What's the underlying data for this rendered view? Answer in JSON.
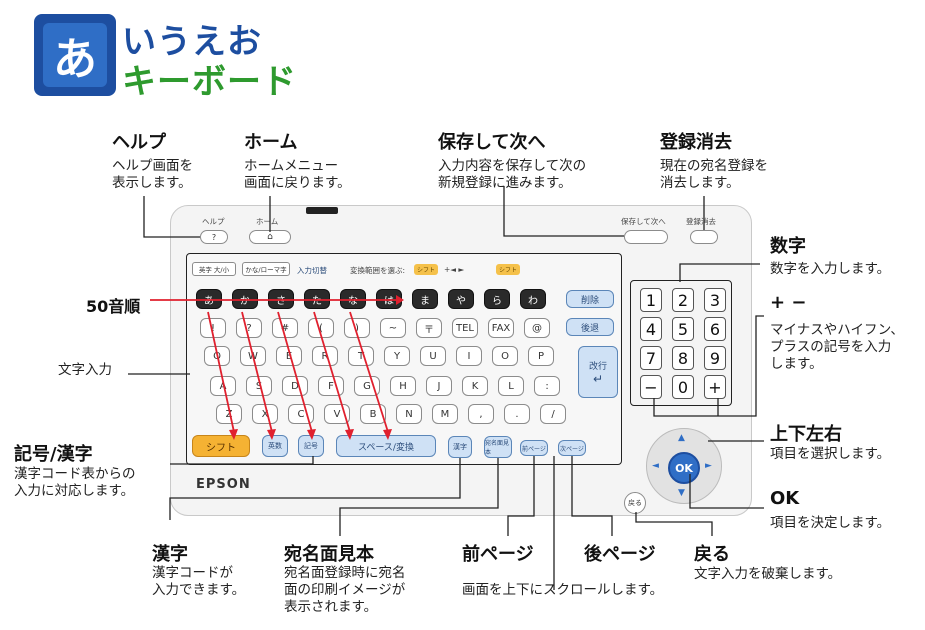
{
  "logo": {
    "mark": "あ",
    "line1": "いうえお",
    "line2": "キーボード"
  },
  "annotations": {
    "help": {
      "title": "ヘルプ",
      "desc": [
        "ヘルプ画面を",
        "表示します。"
      ]
    },
    "home": {
      "title": "ホーム",
      "desc": [
        "ホームメニュー",
        "画面に戻ります。"
      ]
    },
    "save_next": {
      "title": "保存して次へ",
      "desc": [
        "入力内容を保存して次の",
        "新規登録に進みます。"
      ]
    },
    "delete_reg": {
      "title": "登録消去",
      "desc": [
        "現在の宛名登録を",
        "消去します。"
      ]
    },
    "numbers": {
      "title": "数字",
      "desc": [
        "数字を入力します。"
      ]
    },
    "plus_minus": {
      "title": "+ −",
      "desc": [
        "マイナスやハイフン、",
        "プラスの記号を入力",
        "します。"
      ]
    },
    "dpad": {
      "title": "上下左右",
      "desc": [
        "項目を選択します。"
      ]
    },
    "ok": {
      "title": "OK",
      "desc": [
        "項目を決定します。"
      ]
    },
    "gojuon": {
      "title": "50音順"
    },
    "text_input": {
      "title": "文字入力"
    },
    "symbol_kanji": {
      "title": "記号/漢字",
      "desc": [
        "漢字コード表からの",
        "入力に対応します。"
      ]
    },
    "kanji": {
      "title": "漢字",
      "desc": [
        "漢字コードが",
        "入力できます。"
      ]
    },
    "address_sample": {
      "title": "宛名面見本",
      "desc": [
        "宛名面登録時に宛名",
        "面の印刷イメージが",
        "表示されます。"
      ]
    },
    "prev_page": {
      "title": "前ページ"
    },
    "next_page": {
      "title": "後ページ"
    },
    "scroll": {
      "desc": "画面を上下にスクロールします。"
    },
    "back": {
      "title": "戻る",
      "desc": [
        "文字入力を破棄します。"
      ]
    }
  },
  "keyboard": {
    "brand": "EPSON",
    "help_label": "ヘルプ",
    "home_label": "ホーム",
    "save_next_label": "保存して次へ",
    "delete_reg_label": "登録消去",
    "mode_keys": [
      "英字 大/小",
      "かな/ローマ字",
      "入力切替"
    ],
    "range_label": "変換範囲を選ぶ:",
    "range_tags": [
      "シフト",
      "シフト"
    ],
    "row1": [
      "あ",
      "か",
      "さ",
      "た",
      "な",
      "は",
      "ま",
      "や",
      "ら",
      "わ"
    ],
    "row2": [
      "!",
      "?",
      "#",
      "(",
      ")",
      "~",
      "〒",
      "TEL",
      "FAX",
      "@"
    ],
    "row3": [
      "Q",
      "W",
      "E",
      "R",
      "T",
      "Y",
      "U",
      "I",
      "O",
      "P"
    ],
    "row4": [
      "A",
      "S",
      "D",
      "F",
      "G",
      "H",
      "J",
      "K",
      "L",
      ":"
    ],
    "row5": [
      "Z",
      "X",
      "C",
      "V",
      "B",
      "N",
      "M",
      ",",
      ".",
      "/"
    ],
    "delete_key": "削除",
    "backspace_key": "後退",
    "enter_key": "改行",
    "shift_key": "シフト",
    "symbol_key": "英数",
    "kigo_key": "記号",
    "space_key": "スペース/変換",
    "kanji_key": "漢字",
    "sample_key": "宛名面見本",
    "prev_key": "前ページ",
    "next_key": "次ページ",
    "back_key": "戻る",
    "ok_key": "OK",
    "numpad": [
      "1",
      "2",
      "3",
      "4",
      "5",
      "6",
      "7",
      "8",
      "9",
      "−",
      "0",
      "+"
    ]
  },
  "colors": {
    "arrow": "#e0202e",
    "keyboard_blue": "#2f6ec6",
    "shift_orange": "#f5b233"
  }
}
